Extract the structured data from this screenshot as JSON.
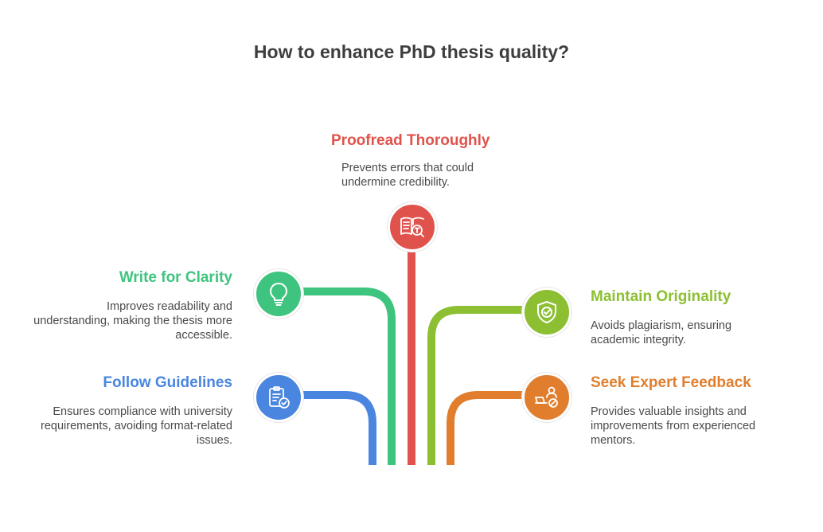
{
  "title": "How to enhance PhD thesis quality?",
  "items": {
    "proofread": {
      "heading": "Proofread Thoroughly",
      "desc": "Prevents errors that could undermine credibility.",
      "color": "#e0534c",
      "icon": "book-search-icon"
    },
    "clarity": {
      "heading": "Write for Clarity",
      "desc": "Improves readability and understanding, making the thesis more accessible.",
      "color": "#3fc47f",
      "icon": "lightbulb-icon"
    },
    "originality": {
      "heading": "Maintain Originality",
      "desc": "Avoids plagiarism, ensuring academic integrity.",
      "color": "#8cbf32",
      "icon": "shield-check-icon"
    },
    "guidelines": {
      "heading": "Follow Guidelines",
      "desc": "Ensures compliance with university requirements, avoiding format-related issues.",
      "color": "#4a86e0",
      "icon": "clipboard-check-icon"
    },
    "feedback": {
      "heading": "Seek Expert Feedback",
      "desc": "Provides valuable insights and improvements from experienced mentors.",
      "color": "#e07e2e",
      "icon": "mentor-feedback-icon"
    }
  }
}
